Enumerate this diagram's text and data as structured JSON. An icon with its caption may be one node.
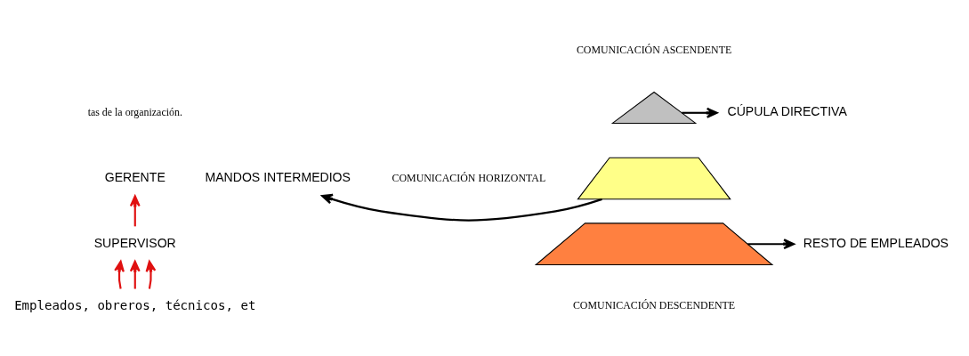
{
  "diagram": {
    "nodes": [
      {
        "text": [
          "GERENTE"
        ]
      },
      {
        "text": [
          "SUPERVISOR"
        ]
      },
      {
        "text": [
          "Empleados, obreros, técnicos, et"
        ]
      },
      {
        "text": [],
        "shape": "triangle"
      },
      {
        "text": [],
        "shape": "band"
      },
      {
        "text": [],
        "shape": "band"
      },
      {
        "text": [
          "CÚPULA DIRECTIVA"
        ]
      },
      {
        "text": [
          "MANDOS INTERMEDIOS"
        ]
      },
      {
        "text": [
          "RESTO DE EMPLEADOS"
        ]
      }
    ],
    "edges": [
      {
        "from": 1,
        "to": 0,
        "arrow": "to",
        "color": "#e01010"
      },
      {
        "from": 2,
        "to": 1,
        "arrow": "to",
        "color": "#e01010"
      },
      {
        "from": 2,
        "to": 1,
        "arrow": "to",
        "color": "#e01010"
      },
      {
        "from": 2,
        "to": 1,
        "arrow": "to",
        "color": "#e01010"
      },
      {
        "from": 3,
        "to": 6,
        "arrow": "to",
        "color": "#000000"
      },
      {
        "from": 4,
        "to": 7,
        "arrow": "to",
        "color": "#000000"
      },
      {
        "from": 5,
        "to": 8,
        "arrow": "to",
        "color": "#000000"
      }
    ],
    "labels": [
      "tas de la organización.",
      "COMUNICACIÓN ASCENDENTE",
      "COMUNICACIÓN HORIZONTAL",
      "COMUNICACIÓN DESCENDENTE"
    ]
  }
}
